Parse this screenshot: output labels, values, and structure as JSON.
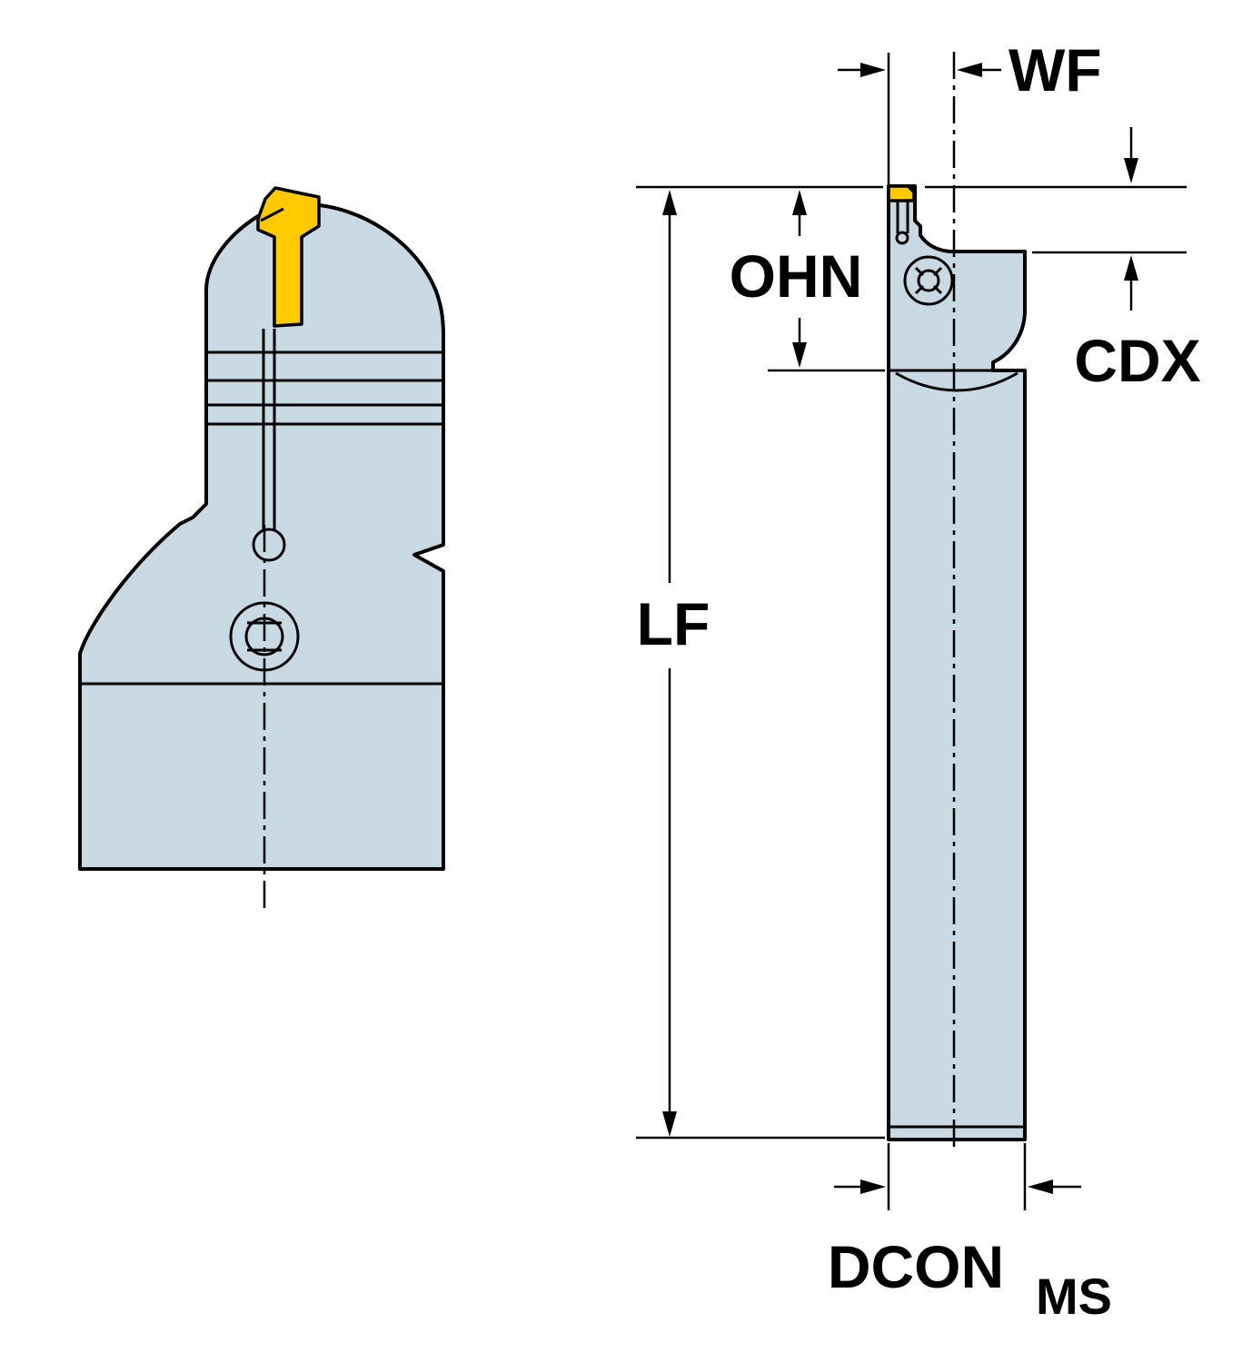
{
  "diagram": {
    "type": "technical-drawing",
    "labels": {
      "wf": "WF",
      "ohn": "OHN",
      "cdx": "CDX",
      "lf": "LF",
      "dcon": "DCON",
      "ms": "MS"
    },
    "colors": {
      "body": "#c9d9e3",
      "insert": "#ffcb00",
      "line": "#000000",
      "bg": "#ffffff"
    }
  }
}
